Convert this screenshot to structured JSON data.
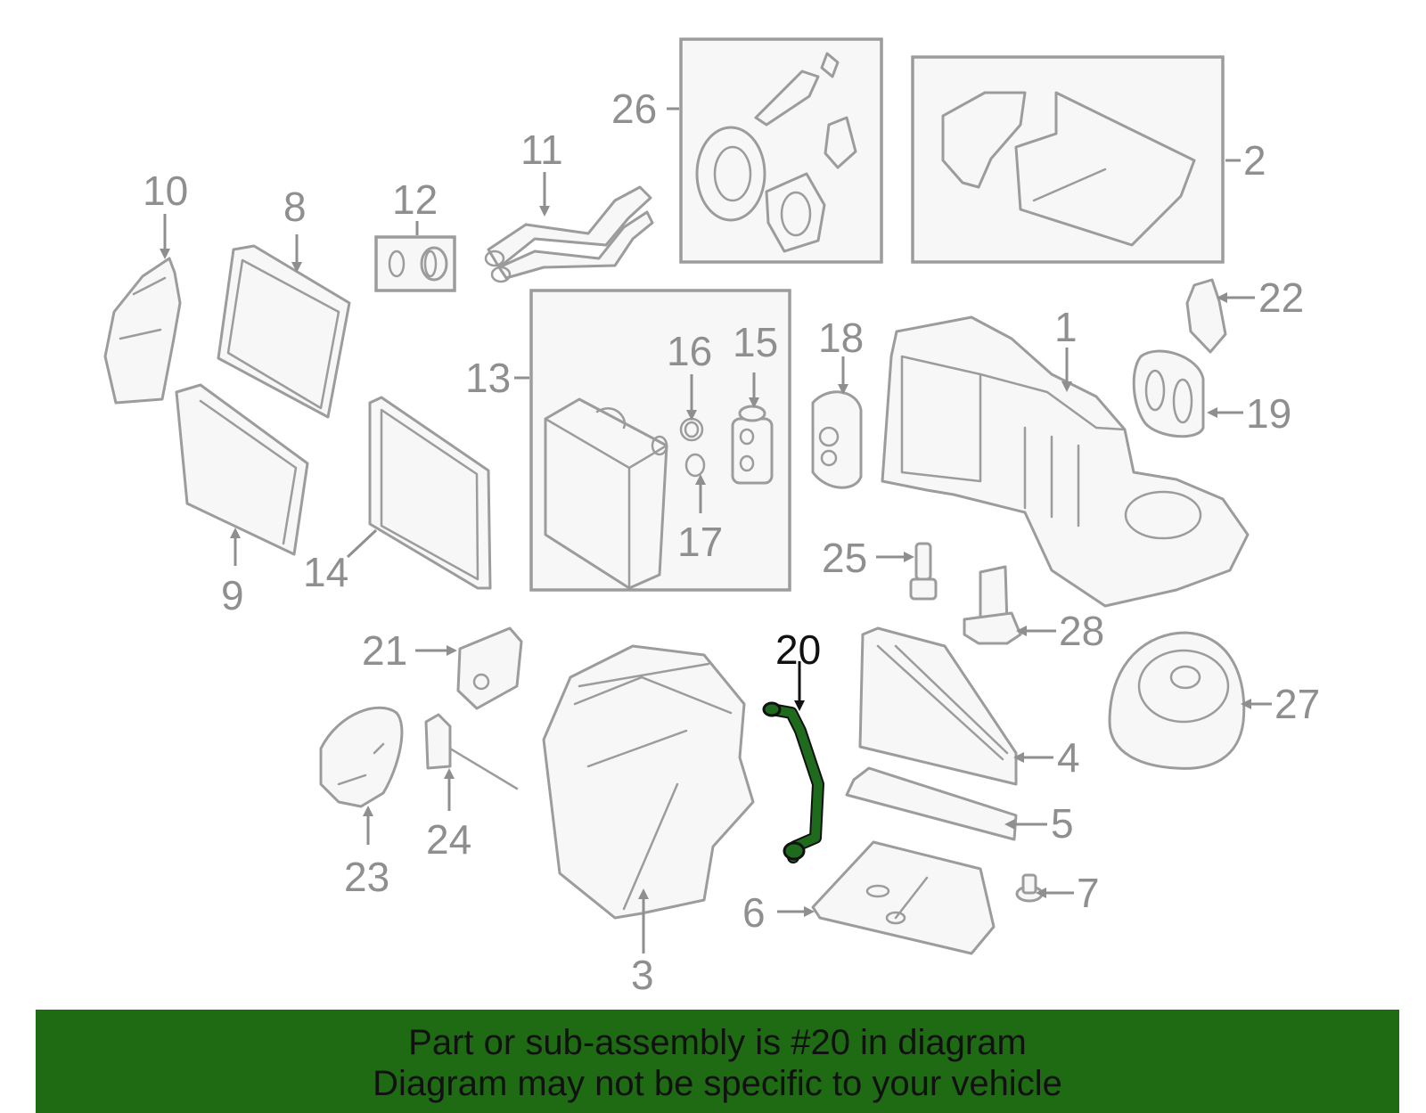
{
  "callouts": [
    {
      "id": "1",
      "label": "1"
    },
    {
      "id": "2",
      "label": "2"
    },
    {
      "id": "3",
      "label": "3"
    },
    {
      "id": "4",
      "label": "4"
    },
    {
      "id": "5",
      "label": "5"
    },
    {
      "id": "6",
      "label": "6"
    },
    {
      "id": "7",
      "label": "7"
    },
    {
      "id": "8",
      "label": "8"
    },
    {
      "id": "9",
      "label": "9"
    },
    {
      "id": "10",
      "label": "10"
    },
    {
      "id": "11",
      "label": "11"
    },
    {
      "id": "12",
      "label": "12"
    },
    {
      "id": "13",
      "label": "13"
    },
    {
      "id": "14",
      "label": "14"
    },
    {
      "id": "15",
      "label": "15"
    },
    {
      "id": "16",
      "label": "16"
    },
    {
      "id": "17",
      "label": "17"
    },
    {
      "id": "18",
      "label": "18"
    },
    {
      "id": "19",
      "label": "19"
    },
    {
      "id": "20",
      "label": "20"
    },
    {
      "id": "21",
      "label": "21"
    },
    {
      "id": "22",
      "label": "22"
    },
    {
      "id": "23",
      "label": "23"
    },
    {
      "id": "24",
      "label": "24"
    },
    {
      "id": "25",
      "label": "25"
    },
    {
      "id": "26",
      "label": "26"
    },
    {
      "id": "27",
      "label": "27"
    },
    {
      "id": "28",
      "label": "28"
    }
  ],
  "highlighted_part": "20",
  "colors": {
    "highlight_part": "#1e6b1e",
    "banner_bg": "#1e6b14",
    "parts_stroke": "#9c9c9c",
    "callout_text": "#8f8f8f"
  },
  "banner": {
    "line1": "Part or sub-assembly is #20 in diagram",
    "line2": "Diagram may not be specific to your vehicle"
  }
}
